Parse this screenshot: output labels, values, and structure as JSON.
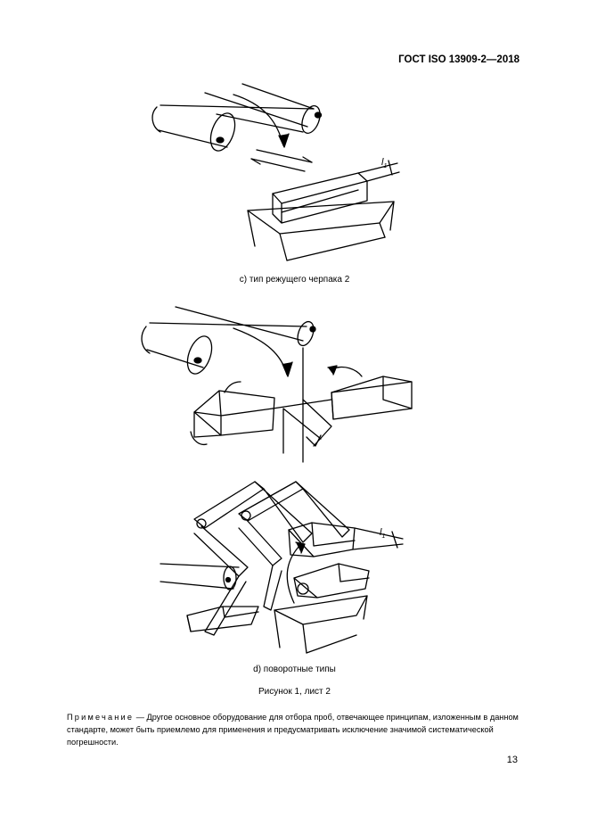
{
  "header": {
    "standard": "ГОСТ ISO 13909-2—2018"
  },
  "figure": {
    "caption_c": "c) тип режущего черпака 2",
    "caption_d": "d) поворотные типы",
    "caption": "Рисунок 1, лист 2",
    "dimension_label": "l",
    "dimension_subscript": "1"
  },
  "note": {
    "label": "Примечание",
    "text": " — Другое основное оборудование для отбора проб, отвечающее принципам, изложенным в данном стандарте, может быть приемлемо для применения и предусматривать исключение значимой системати­ческой погрешности."
  },
  "page_number": "13"
}
